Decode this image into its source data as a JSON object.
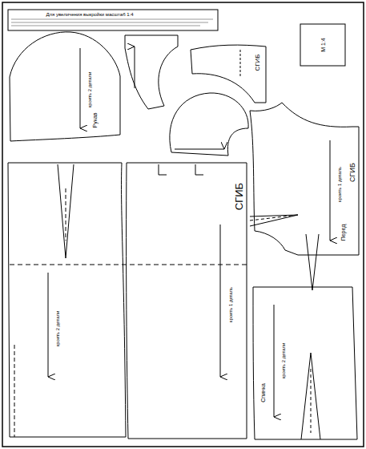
{
  "diagram": {
    "labels": [
      "СГИБ",
      "СГИБ",
      "СГИБ",
      "Рукав",
      "Перед",
      "Спинка",
      "кроить 2 детали",
      "кроить 1 деталь",
      "кроить 2 детали",
      "кроить 2 детали",
      "кроить 1 деталь",
      "Для увеличения выкройки масштаб 1:4",
      "М 1:4"
    ]
  }
}
